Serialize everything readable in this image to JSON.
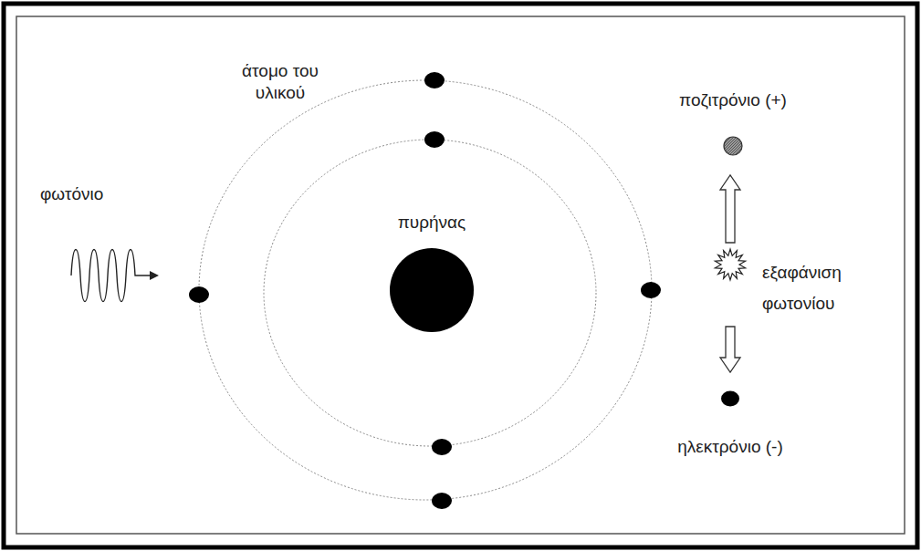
{
  "diagram": {
    "nodes": [
      {
        "text": [
          "άτομο του υλικού"
        ]
      },
      {
        "text": [
          "πυρήνας"
        ],
        "in": 0
      },
      {
        "text": [
          "φωτόνιο"
        ]
      },
      {
        "text": [
          "ποζιτρόνιο (+)"
        ]
      },
      {
        "text": [
          "εξαφάνιση φωτονίου"
        ]
      },
      {
        "text": [
          "ηλεκτρόνιο (-)"
        ]
      }
    ],
    "edges": [
      {
        "from": 4,
        "to": 3,
        "arrow": "to"
      },
      {
        "from": 4,
        "to": 5,
        "arrow": "to"
      }
    ]
  }
}
